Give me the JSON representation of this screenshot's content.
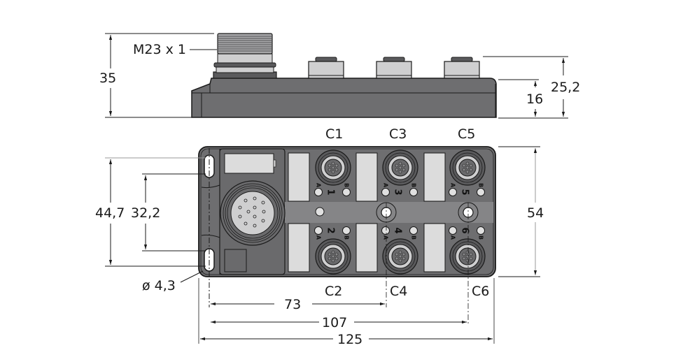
{
  "title": "Fieldbus junction box dimensional drawing",
  "colors": {
    "body_dark": "#5a5a5c",
    "body_mid": "#6e6e70",
    "body_light": "#858587",
    "connector_light": "#cfcfd0",
    "label_plate": "#dcdcdc",
    "led": "#e0e0e0",
    "line": "#1a1a1a",
    "dim_line_grey": "#9a9a9a"
  },
  "side_view": {
    "thread_label": "M23 x 1",
    "dimensions": {
      "total_height": "35",
      "connector_height": "25,2",
      "body_height": "16"
    }
  },
  "top_view": {
    "ports": [
      {
        "id": "C1",
        "number": "1"
      },
      {
        "id": "C2",
        "number": "2"
      },
      {
        "id": "C3",
        "number": "3"
      },
      {
        "id": "C4",
        "number": "4"
      },
      {
        "id": "C5",
        "number": "5"
      },
      {
        "id": "C6",
        "number": "6"
      }
    ],
    "led_labels": {
      "a": "A",
      "b": "B"
    },
    "dimensions": {
      "outer_hole_span": "44,7",
      "inner_hole_span": "32,2",
      "hole_diameter": "ø 4,3",
      "width": "54",
      "c4_offset": "73",
      "c6_offset": "107",
      "total_length": "125"
    }
  }
}
